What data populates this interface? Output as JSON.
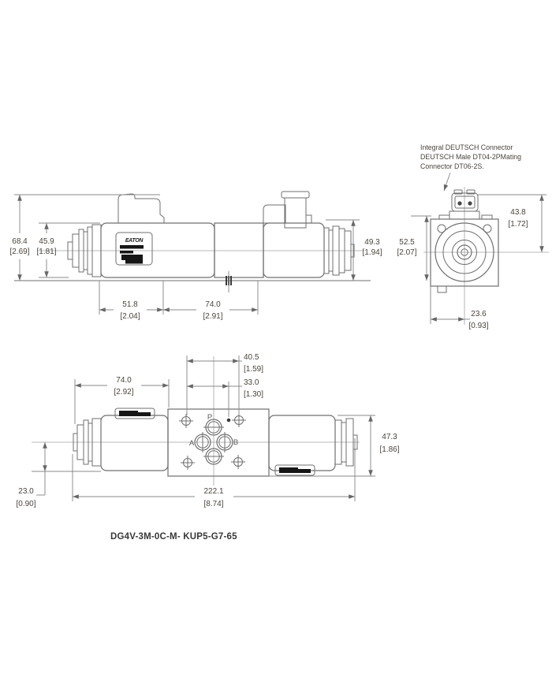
{
  "drawing": {
    "brand": "EATON",
    "model_number": "DG4V-3M-0C-M- KUP5-G7-65",
    "connector_note": {
      "line1": "Integral DEUTSCH Connector",
      "line2": "DEUTSCH Male DT04-2PMating",
      "line3": "Connector DT06-2S."
    },
    "port_labels": {
      "p": "P",
      "a": "A",
      "b": "B"
    },
    "colors": {
      "object_line": "#6f6f6f",
      "dimension_line": "#8a8a8a",
      "text": "#4a443d",
      "nameplate_ink": "#161616"
    },
    "dimensions": {
      "side_view": {
        "overall_height": {
          "mm": "68.4",
          "in": "[2.69]"
        },
        "body_height": {
          "mm": "45.9",
          "in": "[1.81]"
        },
        "solenoid_height": {
          "mm": "49.3",
          "in": "[1.94]"
        },
        "total_height_right": {
          "mm": "52.5",
          "in": "[2.07]"
        },
        "length_left_section": {
          "mm": "51.8",
          "in": "[2.04]"
        },
        "length_center_section": {
          "mm": "74.0",
          "in": "[2.91]"
        }
      },
      "end_view": {
        "connector_height": {
          "mm": "43.8",
          "in": "[1.72]"
        },
        "center_offset": {
          "mm": "23.6",
          "in": "[0.93]"
        }
      },
      "top_view": {
        "length_left_section": {
          "mm": "74.0",
          "in": "[2.92]"
        },
        "bolt_span": {
          "mm": "40.5",
          "in": "[1.59]"
        },
        "port_span": {
          "mm": "33.0",
          "in": "[1.30]"
        },
        "body_width": {
          "mm": "47.3",
          "in": "[1.86]"
        },
        "center_offset": {
          "mm": "23.0",
          "in": "[0.90]"
        },
        "overall_length": {
          "mm": "222.1",
          "in": "[8.74]"
        }
      }
    }
  }
}
